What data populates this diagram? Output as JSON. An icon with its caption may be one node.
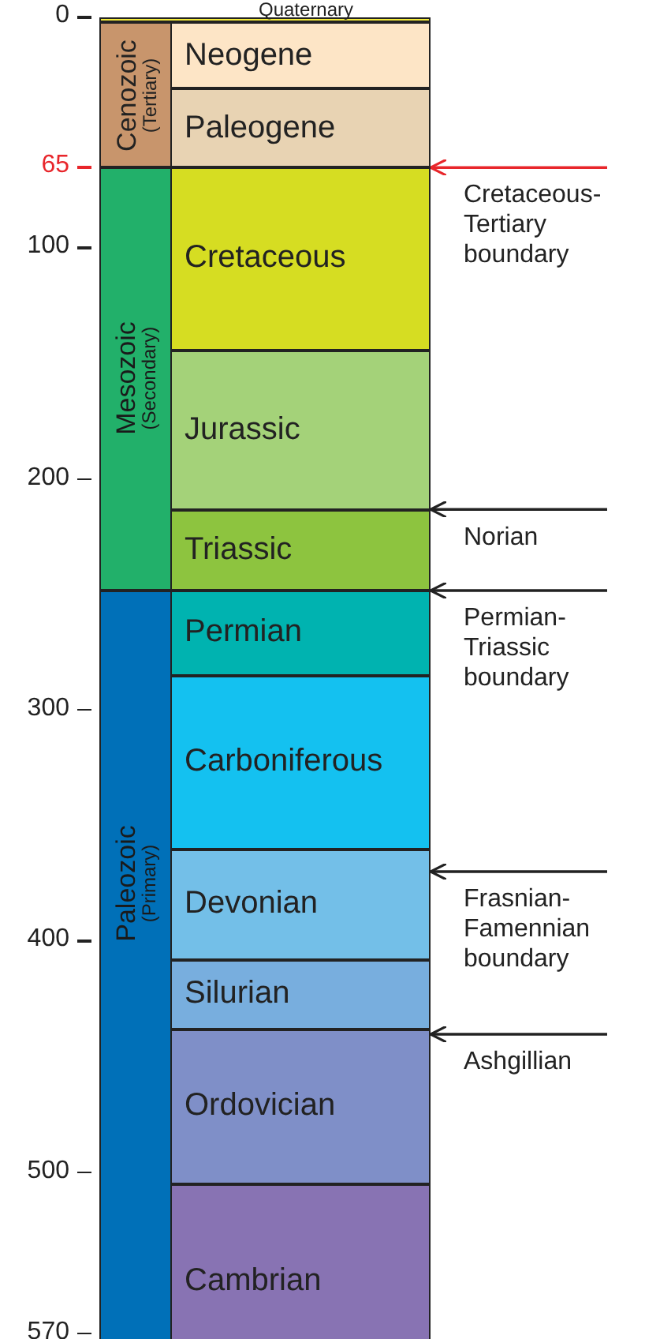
{
  "diagram": {
    "nodes": [
      {
        "text": [
          "Quaternary"
        ]
      },
      {
        "text": [
          "Cenozoic",
          "(Tertiary)"
        ]
      },
      {
        "text": [
          "Neogene"
        ]
      },
      {
        "text": [
          "Paleogene"
        ]
      },
      {
        "text": [
          "Mesozoic",
          "(Secondary)"
        ]
      },
      {
        "text": [
          "Cretaceous"
        ]
      },
      {
        "text": [
          "Jurassic"
        ]
      },
      {
        "text": [
          "Triassic"
        ]
      },
      {
        "text": [
          "Paleozoic",
          "(Primary)"
        ]
      },
      {
        "text": [
          "Permian"
        ]
      },
      {
        "text": [
          "Carboniferous"
        ]
      },
      {
        "text": [
          "Devonian"
        ]
      },
      {
        "text": [
          "Silurian"
        ]
      },
      {
        "text": [
          "Ordovician"
        ]
      },
      {
        "text": [
          "Cambrian"
        ]
      }
    ],
    "edges": [
      {
        "from": null,
        "to": 5,
        "arrow": "to",
        "label": "Cretaceous-Tertiary boundary",
        "color": "#e8262b"
      },
      {
        "from": null,
        "to": 7,
        "arrow": "to",
        "label": "Norian"
      },
      {
        "from": null,
        "to": 9,
        "arrow": "to",
        "label": "Permian-Triassic boundary"
      },
      {
        "from": null,
        "to": 11,
        "arrow": "to",
        "label": "Frasnian-Famennian boundary"
      },
      {
        "from": null,
        "to": 13,
        "arrow": "to",
        "label": "Ashgillian"
      }
    ],
    "labels": [
      "0",
      "65",
      "100",
      "200",
      "300",
      "400",
      "500",
      "570"
    ]
  }
}
